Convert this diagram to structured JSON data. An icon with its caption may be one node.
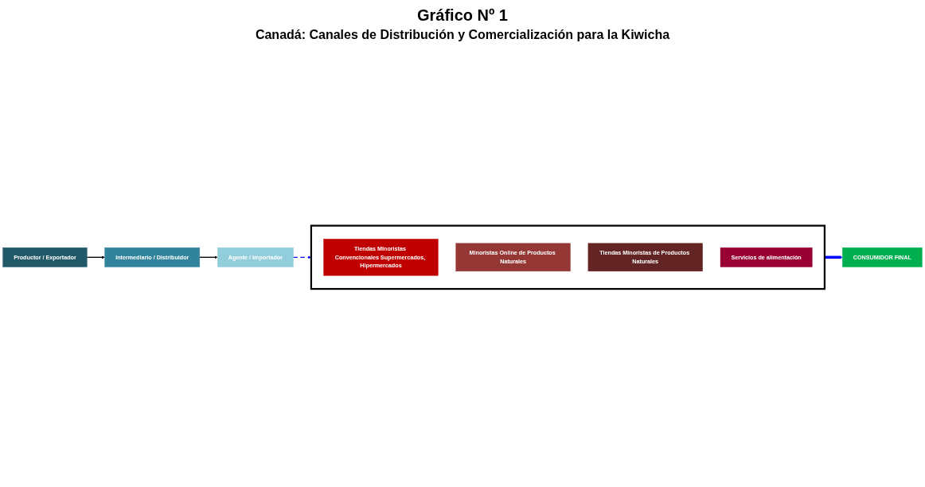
{
  "diagram": {
    "title": "Gráfico Nº 1",
    "nodes": [
      {
        "text": [
          "Productor / Exportador"
        ]
      },
      {
        "text": [
          "Intermediario / Distribuidor"
        ]
      },
      {
        "text": [
          "Agente / Importador"
        ]
      },
      {
        "text": [],
        "shape": "bracket"
      },
      {
        "text": [
          "Tiendas Minoristas Convencionales Supermercados, Hipermercados"
        ],
        "in": 3
      },
      {
        "text": [
          "Minoristas Online de Productos Naturales"
        ],
        "in": 3
      },
      {
        "text": [
          "Tiendas Minoristas de Productos Naturales"
        ],
        "in": 3
      },
      {
        "text": [
          "Servicios de alimentación"
        ],
        "in": 3
      },
      {
        "text": [
          "CONSUMIDOR FINAL"
        ]
      }
    ],
    "edges": [
      {
        "from": 0,
        "to": 1,
        "arrow": "to"
      },
      {
        "from": 1,
        "to": 2,
        "arrow": "to"
      },
      {
        "from": 2,
        "to": 3,
        "arrow": "to",
        "style": "dashed",
        "color": "#0000ff"
      },
      {
        "from": 3,
        "to": 8,
        "arrow": "to",
        "style": "thick",
        "color": "#0000ff"
      }
    ],
    "labels": [
      "Canadá: Canales de Distribución y Comercialización para la Kiwicha"
    ]
  }
}
